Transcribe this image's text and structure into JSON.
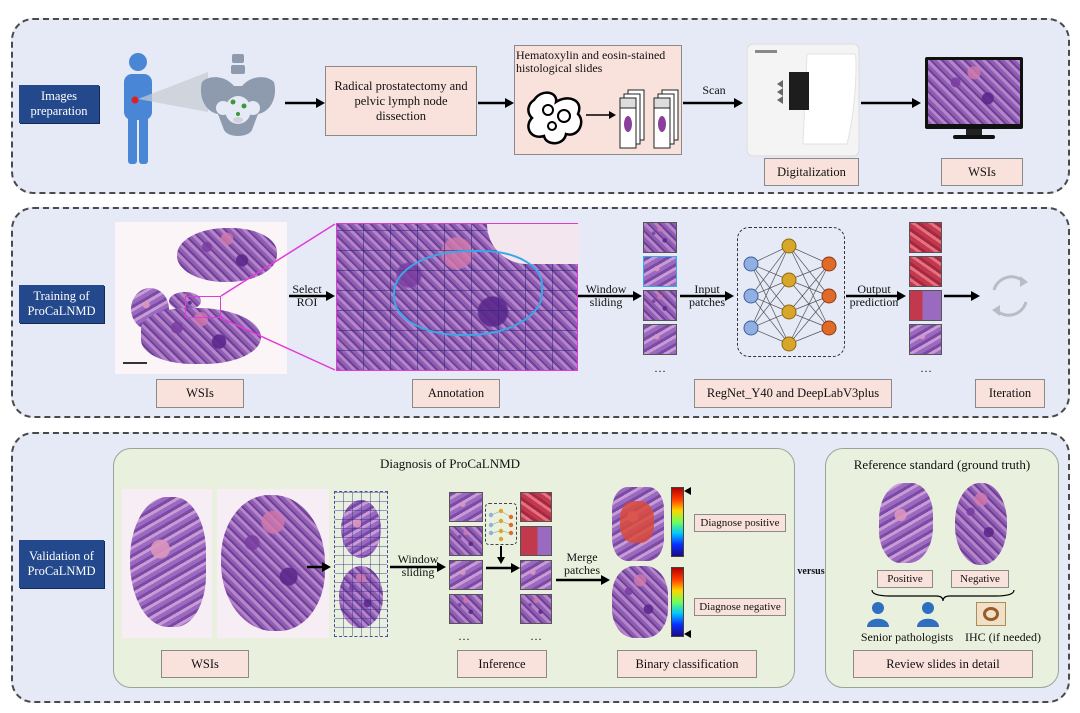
{
  "row1": {
    "label": "Images preparation",
    "surgery": "Radical prostatectomy and pelvic lymph node dissection",
    "slides": "Hematoxylin and eosin-stained histological slides",
    "scan": "Scan",
    "digitalization": "Digitalization",
    "wsis": "WSIs"
  },
  "row2": {
    "label": "Training of ProCaLNMD",
    "select_roi": "Select ROI",
    "window_sliding": "Window sliding",
    "input_patches": "Input patches",
    "output_prediction": "Output prediction",
    "ellipsis": "…",
    "wsis": "WSIs",
    "annotation": "Annotation",
    "model": "RegNet_Y40 and DeepLabV3plus",
    "iteration": "Iteration"
  },
  "row3": {
    "label": "Validation of ProCaLNMD",
    "diagnosis_title": "Diagnosis of ProCaLNMD",
    "window_sliding": "Window sliding",
    "merge_patches": "Merge patches",
    "diagnose_positive": "Diagnose positive",
    "diagnose_negative": "Diagnose negative",
    "ellipsis": "…",
    "wsis": "WSIs",
    "inference": "Inference",
    "binary": "Binary classification",
    "versus": "versus",
    "reference_title": "Reference standard (ground truth)",
    "positive": "Positive",
    "negative": "Negative",
    "senior": "Senior pathologists",
    "ihc": "IHC (if needed)",
    "review": "Review slides in detail"
  },
  "colors": {
    "panel_bg": "#e6eaf6",
    "label_blue": "#24488c",
    "pink_box": "#f9e1dc",
    "green_box": "#e9f1de",
    "annotation_magenta": "#e23ad8"
  },
  "icons": [
    "person-icon",
    "pelvis-icon",
    "scanner-icon",
    "monitor-icon",
    "neural-network-icon",
    "iteration-cycle-icon",
    "pathologist-icon",
    "ihc-slide-icon",
    "colorbar-icon"
  ]
}
